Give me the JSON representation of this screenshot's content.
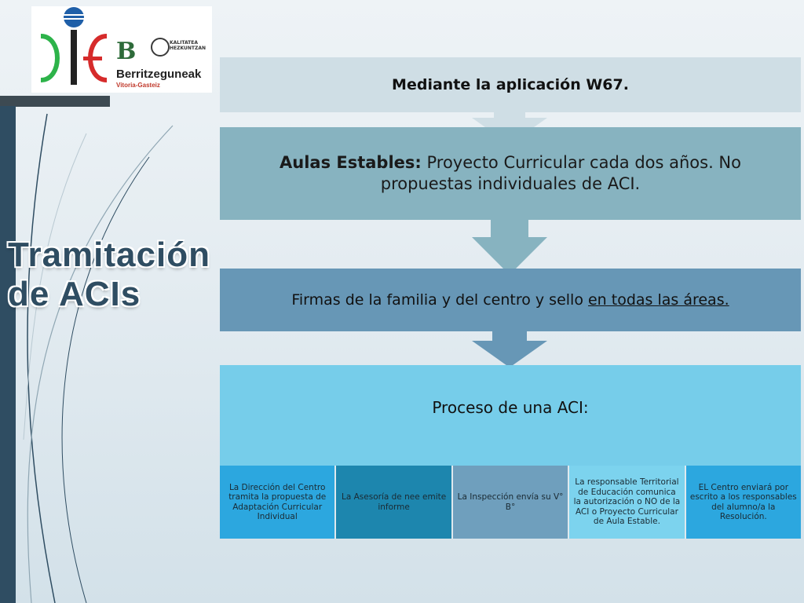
{
  "logo": {
    "name": "Berritzeguneak",
    "subtitle": "Vitoria-Gasteiz",
    "badge_text_1": "KALITATEA",
    "badge_text_2": "HEZKUNTZAN"
  },
  "title": {
    "line1": "Tramitación",
    "line2": "de ACIs"
  },
  "flow": {
    "step1": "Mediante la aplicación W67.",
    "step2_bold": "Aulas Estables:",
    "step2_text": " Proyecto Curricular cada dos años. No propuestas individuales de ACI.",
    "step3_text": "Firmas de la familia y del centro y sello ",
    "step3_underline": "en todas las áreas.",
    "step4": "Proceso de una ACI:"
  },
  "process_steps": [
    "La Dirección del Centro tramita la propuesta de Adaptación Curricular Individual",
    "La Asesoría de nee emite informe",
    "La Inspección envía su V° B°",
    "La responsable Territorial de Educación comunica la autorización o NO de la ACI o Proyecto Curricular de Aula Estable.",
    "EL Centro enviará por escrito a los responsables del alumno/a la Resolución."
  ],
  "colors": {
    "dark_blue": "#2f4d62",
    "block1": "#cfdee5",
    "block2": "#87b3c0",
    "block3": "#6797b6",
    "block4": "#76cdea"
  }
}
